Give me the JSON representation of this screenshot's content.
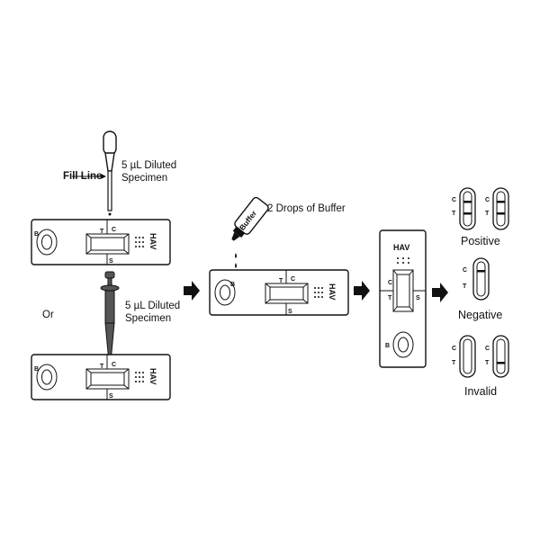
{
  "labels": {
    "fill_line": "Fill Line",
    "dropper_line1": "5 µL Diluted",
    "dropper_line2": "Specimen",
    "pipette_line1": "5 µL Diluted",
    "pipette_line2": "Specimen",
    "or": "Or",
    "buffer_drops": "2 Drops of Buffer",
    "buffer_bottle": "Buffer"
  },
  "cassette": {
    "brand": "HAV",
    "well_letter": "B",
    "control_letter": "C",
    "test_letter": "T",
    "sample_letter": "S"
  },
  "results": {
    "positive": "Positive",
    "negative": "Negative",
    "invalid": "Invalid",
    "c_letter": "C",
    "t_letter": "T"
  },
  "colors": {
    "ink": "#111111",
    "pipette": "#555555"
  }
}
